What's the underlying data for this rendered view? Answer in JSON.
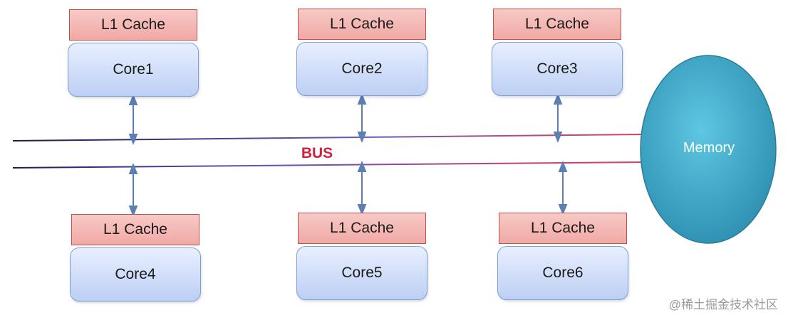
{
  "colors": {
    "cache_fill": "#f1a9a4",
    "cache_border": "#c0504d",
    "core_fill": "#bccff4",
    "core_border": "#7f9fd8",
    "memory_fill": "#3aa0bf",
    "arrow": "#5b7fb5",
    "bus_label": "#d21f3c"
  },
  "cores": [
    {
      "cache_label": "L1 Cache",
      "core_label": "Core1"
    },
    {
      "cache_label": "L1 Cache",
      "core_label": "Core2"
    },
    {
      "cache_label": "L1 Cache",
      "core_label": "Core3"
    },
    {
      "cache_label": "L1 Cache",
      "core_label": "Core4"
    },
    {
      "cache_label": "L1 Cache",
      "core_label": "Core5"
    },
    {
      "cache_label": "L1 Cache",
      "core_label": "Core6"
    }
  ],
  "bus": {
    "label": "BUS"
  },
  "memory": {
    "label": "Memory"
  },
  "watermark": "@稀土掘金技术社区"
}
